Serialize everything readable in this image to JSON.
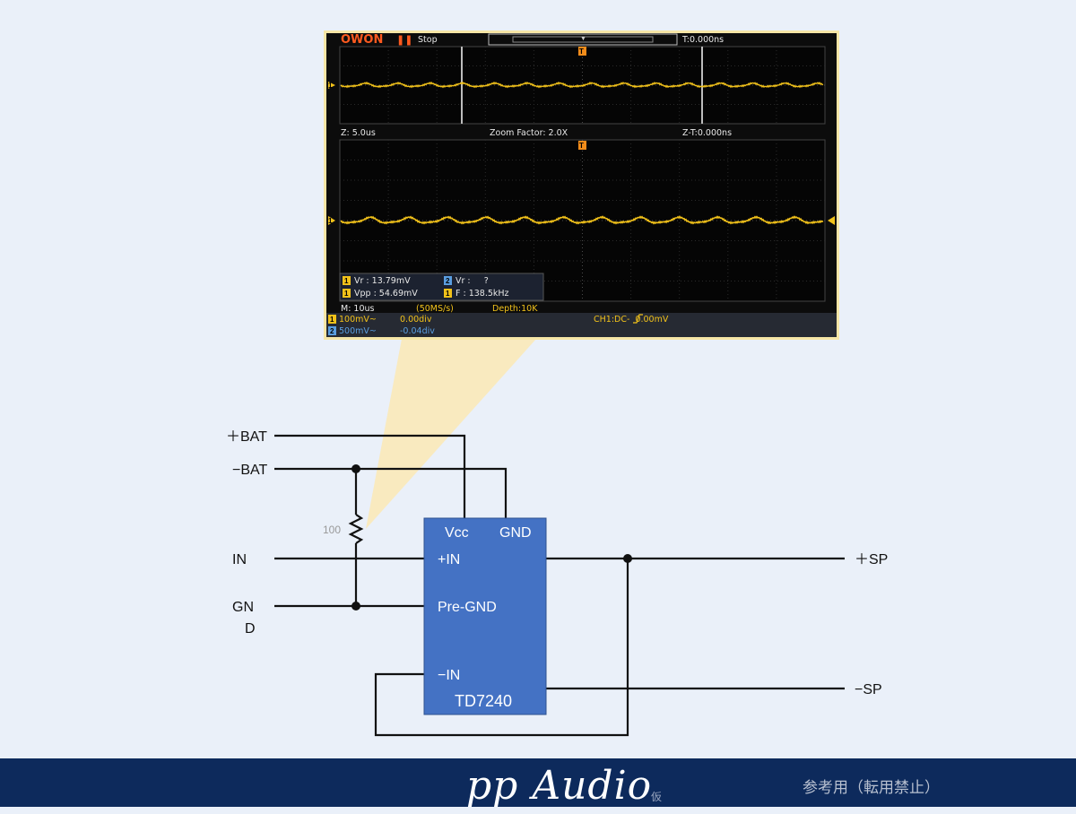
{
  "scope": {
    "brand": "OWON",
    "run_state": "Stop",
    "trigger_time": "T:0.000ns",
    "zoom": {
      "timebase": "Z: 5.0us",
      "factor": "Zoom Factor: 2.0X",
      "trigger": "Z-T:0.000ns"
    },
    "measurements": [
      {
        "channel": "1",
        "text": "Vr : 13.79mV"
      },
      {
        "channel": "2",
        "text": "Vr :     ?"
      },
      {
        "channel": "1",
        "text": "Vpp : 54.69mV"
      },
      {
        "channel": "1",
        "text": "F : 138.5kHz"
      }
    ],
    "status": {
      "main": "M: 10us",
      "rate": "(50MS/s)",
      "depth": "Depth:10K"
    },
    "channels": [
      {
        "num": "1",
        "scale": "100mV~",
        "offset": "0.00div"
      },
      {
        "num": "2",
        "scale": "500mV~",
        "offset": "-0.04div"
      }
    ],
    "trigger_info": "CH1:DC-  0.00mV",
    "marker_ch1": "1",
    "marker_trigger": "T",
    "colors": {
      "ch1": "#f2c21a",
      "ch2": "#5a9ee0",
      "screen": "#0a0a0a",
      "panel": "#1a1a1a"
    }
  },
  "circuit": {
    "labels": {
      "pos_bat": "＋BAT",
      "neg_bat": "−BAT",
      "in": "IN",
      "gnd_1": "GN",
      "gnd_2": "D",
      "pos_sp": "＋SP",
      "neg_sp": "−SP",
      "resistor": "100"
    },
    "chip": {
      "name": "TD7240",
      "vcc": "Vcc",
      "gnd": "GND",
      "pos_in": "+IN",
      "pre_gnd": "Pre-GND",
      "neg_in": "−IN"
    },
    "colors": {
      "chip": "#4472c4",
      "wire": "#111111",
      "callout": "#fbe9b8"
    }
  },
  "footer": {
    "brand": "pp Audio",
    "tag": "仮",
    "note": "参考用（転用禁止）"
  }
}
